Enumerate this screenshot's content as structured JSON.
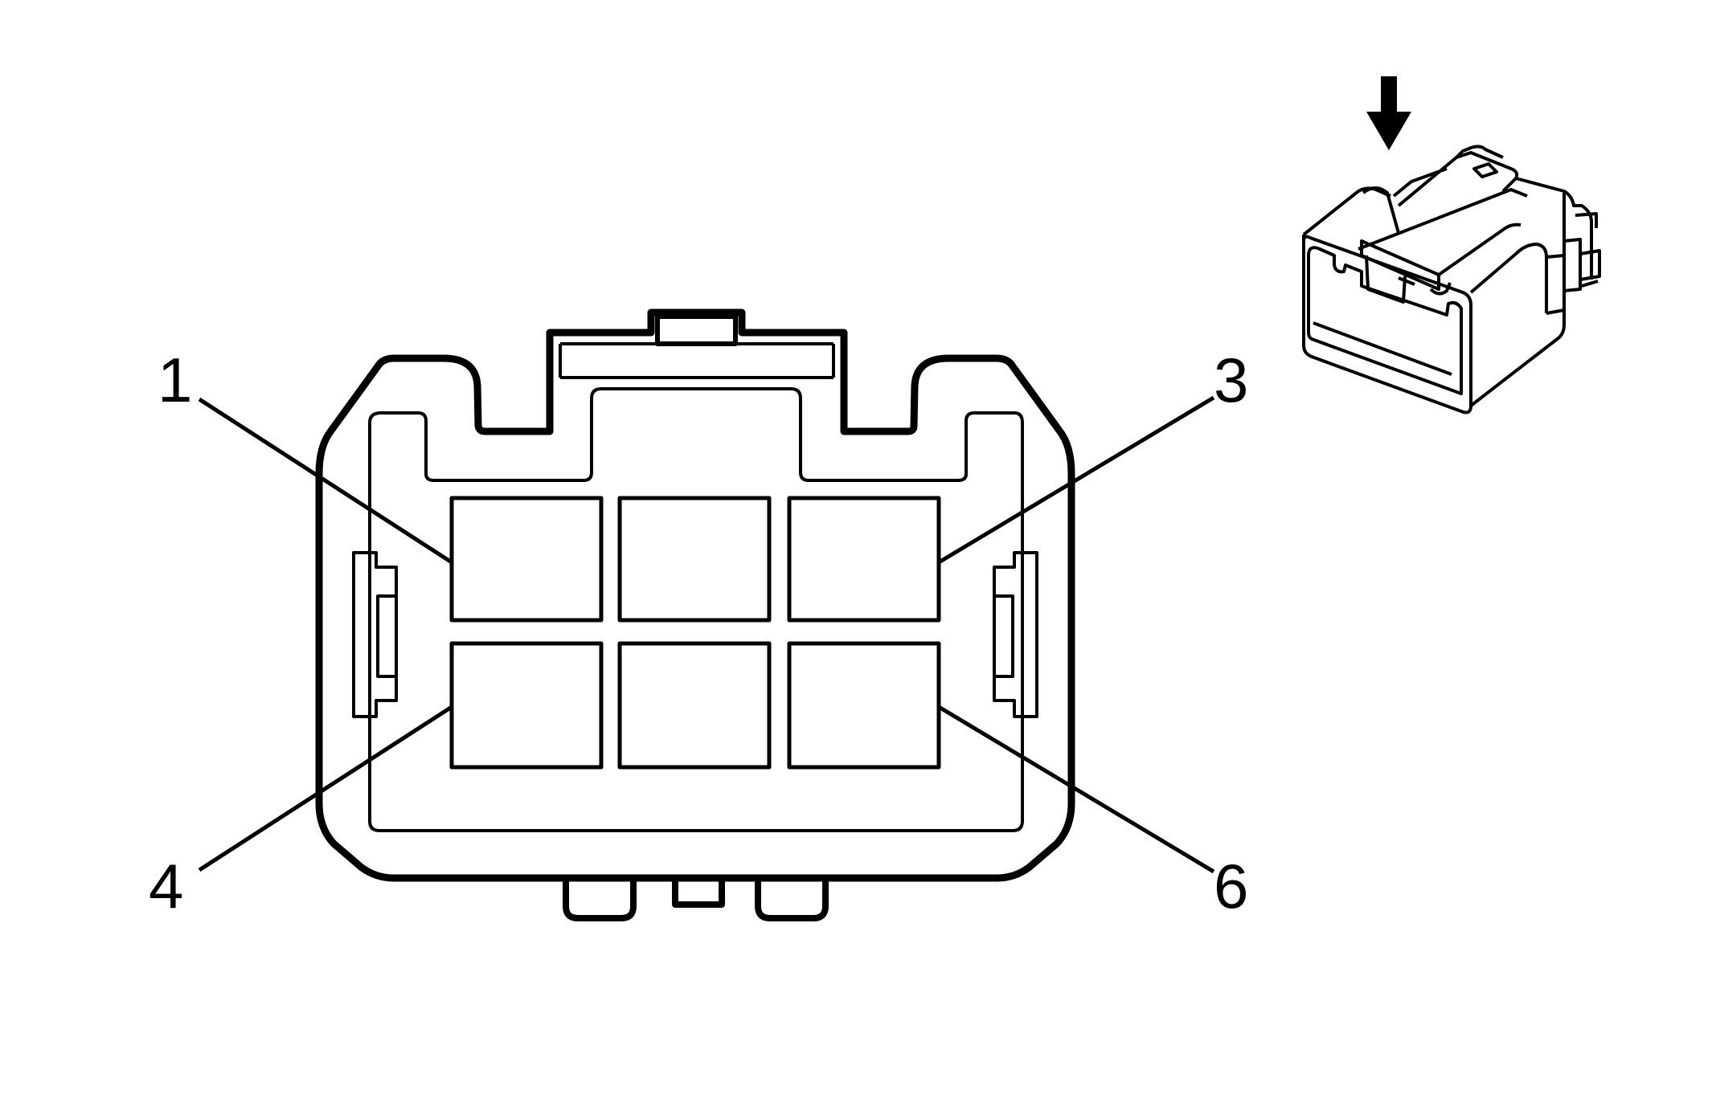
{
  "diagram": {
    "type": "connector-pinout",
    "pin_labels": [
      {
        "id": "pin-1",
        "label": "1"
      },
      {
        "id": "pin-3",
        "label": "3"
      },
      {
        "id": "pin-4",
        "label": "4"
      },
      {
        "id": "pin-6",
        "label": "6"
      }
    ],
    "cavity_rows": 2,
    "cavity_columns": 3,
    "icons": [
      "view-direction-arrow-icon",
      "connector-perspective-icon"
    ],
    "colors": {
      "stroke": "#000000",
      "background": "#ffffff"
    }
  }
}
